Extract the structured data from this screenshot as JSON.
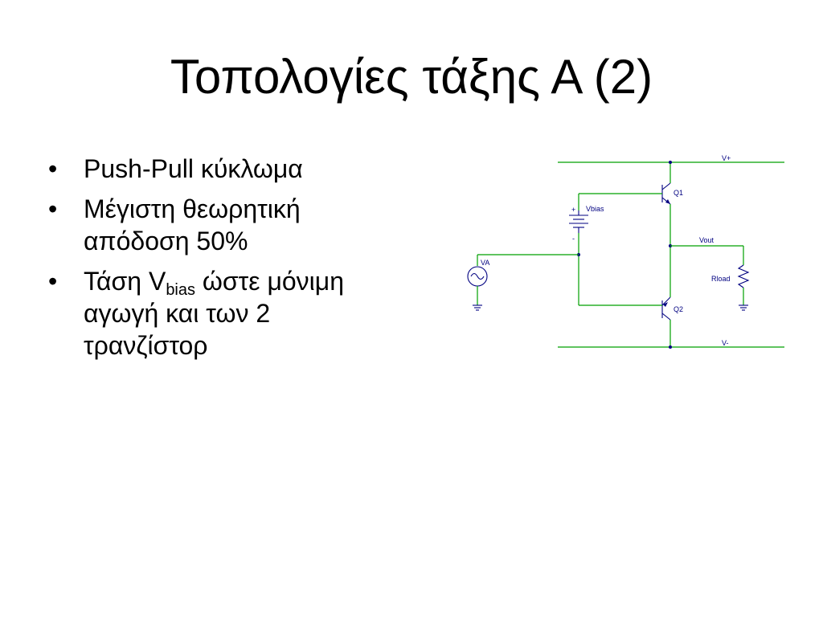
{
  "slide": {
    "title": "Τοπολογίες τάξης Α (2)",
    "bullets": [
      {
        "text": "Push-Pull κύκλωμα"
      },
      {
        "text": "Μέγιστη θεωρητική απόδοση 50%"
      },
      {
        "pre": "Τάση V",
        "sub": "bias",
        "post": " ώστε μόνιμη αγωγή και των 2 τρανζίστορ"
      }
    ],
    "bullet_symbol": "•"
  },
  "circuit": {
    "labels": {
      "vplus": "V+",
      "vminus": "V-",
      "q1": "Q1",
      "q2": "Q2",
      "vbias": "Vbias",
      "vout": "Vout",
      "rload": "Rload",
      "va": "VA",
      "plus_sign": "+",
      "minus_sign": "-"
    },
    "colors": {
      "wire": "#00a000",
      "component": "#000080"
    }
  }
}
